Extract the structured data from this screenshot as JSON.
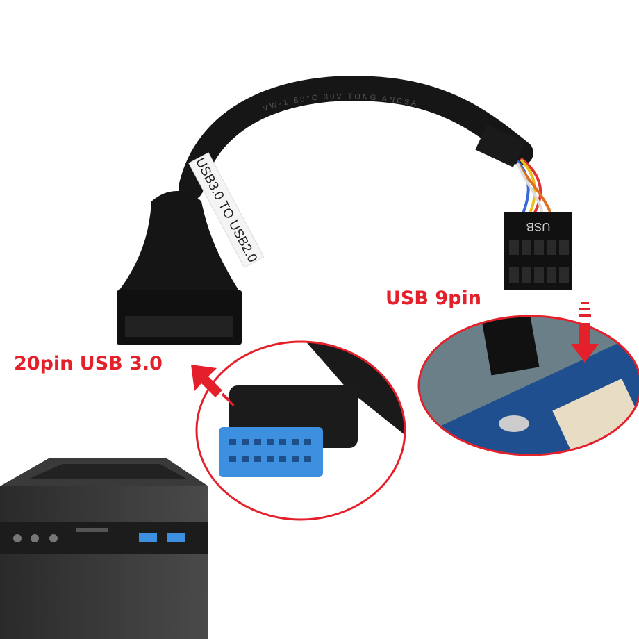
{
  "labels": {
    "usb9pin": "USB 9pin",
    "usb20pin": "20pin USB 3.0"
  },
  "product": {
    "cable_tag": "USB3.0 TO USB2.0",
    "connector_marking": "USB",
    "cable_print": "VW-1 80°C 30V TONG ANCSA"
  },
  "colors": {
    "callout_red": "#e4202a",
    "cable_black": "#161616",
    "usb3_blue": "#3d8fe0",
    "board_blue": "#1f4f8f"
  }
}
